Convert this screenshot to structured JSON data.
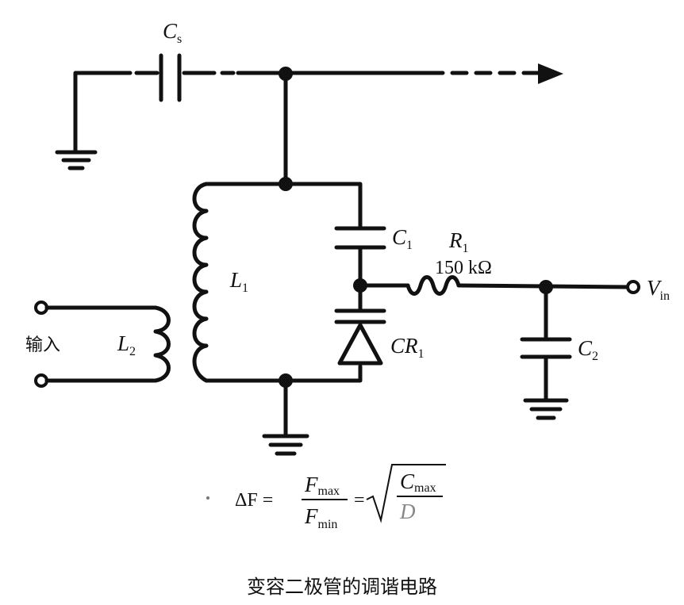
{
  "labels": {
    "cs": "C",
    "cs_sub": "s",
    "c1": "C",
    "c1_sub": "1",
    "r1": "R",
    "r1_sub": "1",
    "r1_value": "150 kΩ",
    "l1": "L",
    "l1_sub": "1",
    "l2": "L",
    "l2_sub": "2",
    "cr1": "CR",
    "cr1_sub": "1",
    "c2": "C",
    "c2_sub": "2",
    "vin": "V",
    "vin_sub": "in",
    "input": "输入"
  },
  "formula": {
    "delta_f": "ΔF =",
    "f": "F",
    "max": "max",
    "min": "min",
    "equals": "=",
    "c": "C",
    "d": "D"
  },
  "caption": "变容二极管的调谐电路"
}
